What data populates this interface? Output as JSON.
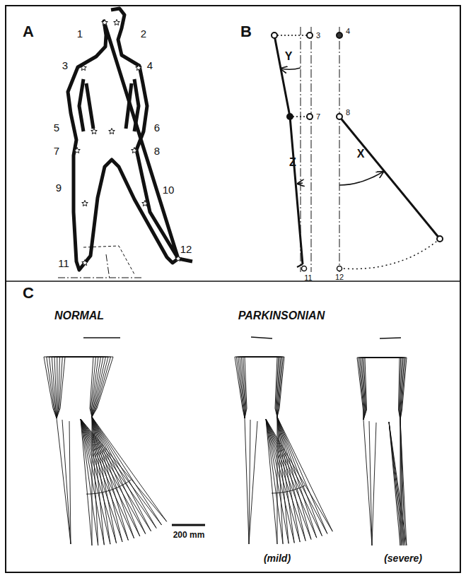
{
  "diagram": {
    "labels": [
      "A",
      "1",
      "2",
      "3",
      "4",
      "5",
      "6",
      "7",
      "8",
      "9",
      "10",
      "11",
      "12",
      "B",
      "Y",
      "3",
      "4",
      "7",
      "Z",
      "8",
      "X",
      "11",
      "12",
      "C",
      "NORMAL",
      "PARKINSONIAN",
      "200 mm",
      "(mild)",
      "(severe)"
    ]
  }
}
